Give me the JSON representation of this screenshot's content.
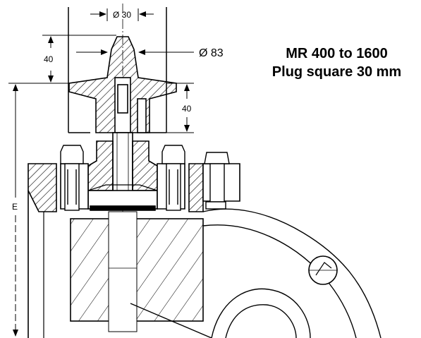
{
  "titles": {
    "line1": "MR 400 to 1600",
    "line2": "Plug square 30 mm"
  },
  "dimensions": {
    "top_diameter": "Ø 30",
    "body_diameter": "Ø 83",
    "upper_height": "40",
    "lower_height": "40",
    "depth": "E"
  }
}
